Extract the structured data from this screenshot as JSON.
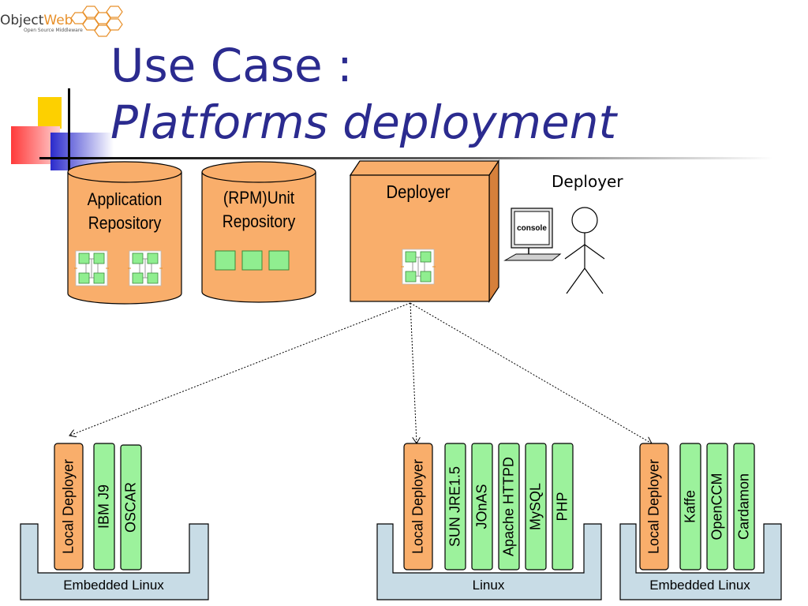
{
  "logo": {
    "name_prefix": "Object",
    "name_suffix": "Web",
    "tagline": "Open Source Middleware"
  },
  "title": {
    "line1": "Use Case :",
    "line2": "Platforms deployment"
  },
  "repositories": {
    "application": {
      "line1": "Application",
      "line2": "Repository"
    },
    "rpm_unit": {
      "line1": "(RPM)Unit",
      "line2": "Repository"
    }
  },
  "deployer_box": {
    "label": "Deployer"
  },
  "console": {
    "label": "console"
  },
  "actor": {
    "label": "Deployer"
  },
  "platforms": [
    {
      "base_label": "Embedded Linux",
      "components": [
        "Local Deployer",
        "IBM J9",
        "OSCAR"
      ]
    },
    {
      "base_label": "Linux",
      "components": [
        "Local Deployer",
        "SUN JRE1.5",
        "JOnAS",
        "Apache HTTPD",
        "MySQL",
        "PHP"
      ]
    },
    {
      "base_label": "Embedded Linux",
      "components": [
        "Local Deployer",
        "Kaffe",
        "OpenCCM",
        "Cardamon"
      ]
    }
  ],
  "colors": {
    "title": "#2b2b8f",
    "repo_fill": "#f9ae6b",
    "local_deployer_fill": "#f9ae6b",
    "component_fill": "#9cf29c",
    "base_fill": "#c8dce6",
    "module_fill": "#90ee90"
  }
}
